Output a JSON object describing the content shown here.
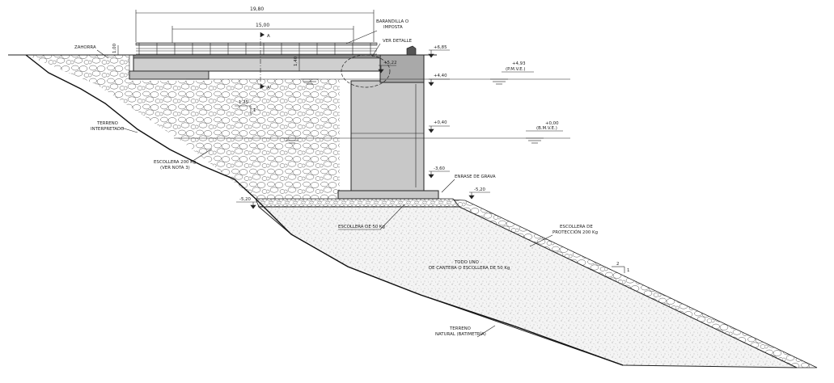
{
  "dimensions": {
    "total_span": "19,80",
    "deck_span": "15,00",
    "deck_depth": "1,40",
    "zahorra_depth": "1,00"
  },
  "labels": {
    "zahorra": "ZAHORRA",
    "barandilla_line1": "BARANDILLA O",
    "barandilla_line2": "IMPOSTA",
    "ver_detalle": "VER DETALLE",
    "terreno_interp_line1": "TERRENO",
    "terreno_interp_line2": "INTERPRETADO",
    "escollera200_line1": "ESCOLLERA 200 Kg",
    "escollera200_line2": "(VER NOTA 3)",
    "enrase_grava": "ENRASE DE GRAVA",
    "escollera50": "ESCOLLERA DE 50 Kg",
    "escollera_prot_line1": "ESCOLLERA DE",
    "escollera_prot_line2": "PROTECCIÓN 200 Kg",
    "todo_uno_line1": "TODO UNO",
    "todo_uno_line2": "DE CANTERA O ESCOLLERA DE 50 Kg",
    "terreno_natural_line1": "TERRENO",
    "terreno_natural_line2": "NATURAL (BATIMETRÍA)",
    "section_a": "A",
    "section_a_prime": "A'"
  },
  "slopes": {
    "left_h": "1,25",
    "left_v": "1",
    "right_h": "2",
    "right_v": "1"
  },
  "levels": {
    "top_parapet": "+6,85",
    "pmvd": "+4,93",
    "pmvd_label": "(P.M.V.E.)",
    "deck_underside": "+4,40",
    "detail_level": "+5,22",
    "mid_level": "+0,40",
    "bmve": "+0,00",
    "bmve_label": "(B.M.V.E.)",
    "cap_top": "-3,60",
    "left_base": "-5,20",
    "right_base": "-5,20"
  },
  "colors": {
    "line": "#222222",
    "concrete": "#c8c8c8",
    "concrete_dark": "#a9a9a9",
    "gravel": "#e6e6e6",
    "deck": "#cfcfcf"
  }
}
